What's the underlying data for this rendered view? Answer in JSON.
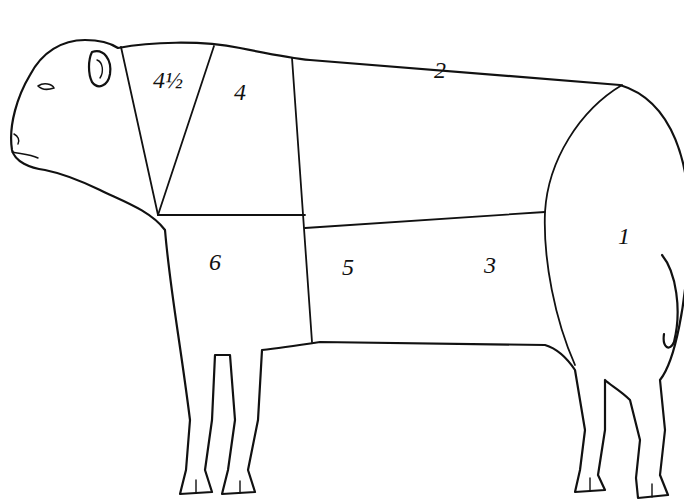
{
  "diagram": {
    "labels": [
      "4½",
      "4",
      "2",
      "1",
      "6",
      "5",
      "3"
    ]
  }
}
